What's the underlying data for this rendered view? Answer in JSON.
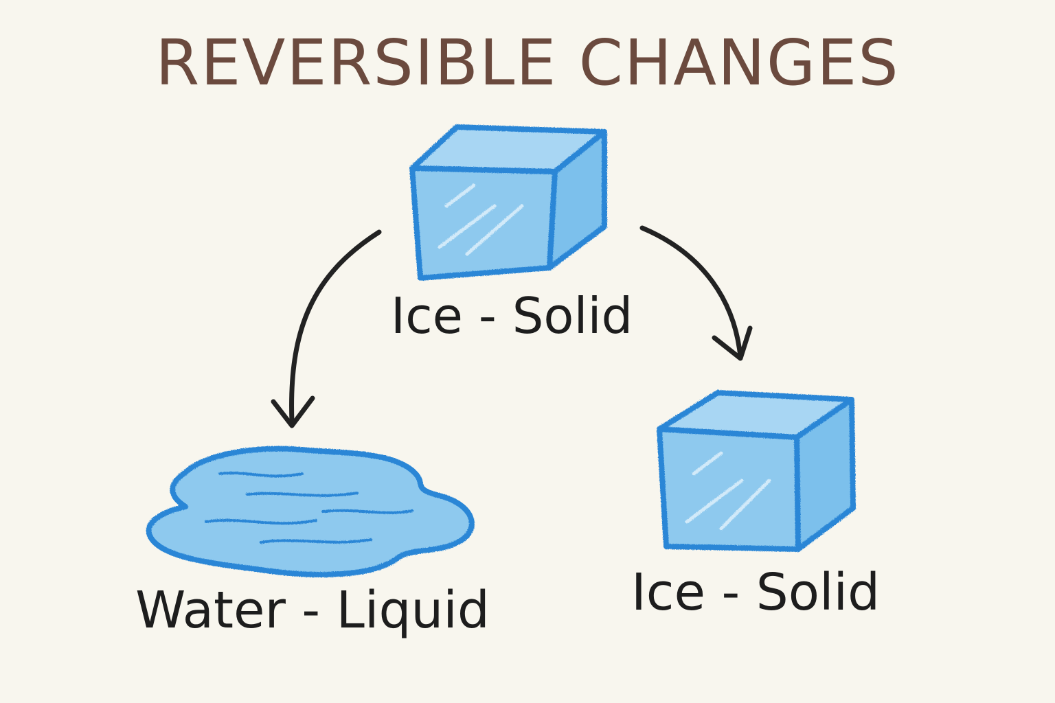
{
  "title": "REVERSIBLE CHANGES",
  "nodes": {
    "top": {
      "label": "Ice - Solid",
      "icon": "ice-cube-icon"
    },
    "left": {
      "label": "Water - Liquid",
      "icon": "water-puddle-icon"
    },
    "right": {
      "label": "Ice - Solid",
      "icon": "ice-cube-icon"
    }
  },
  "edges": [
    {
      "from": "top",
      "to": "left"
    },
    {
      "from": "top",
      "to": "right"
    }
  ],
  "colors": {
    "background": "#f8f6ee",
    "title": "#6b4a3e",
    "ice_fill": "#8ec9ee",
    "ice_outline": "#2a86d6",
    "arrow": "#222222",
    "label": "#1d1d1d"
  }
}
